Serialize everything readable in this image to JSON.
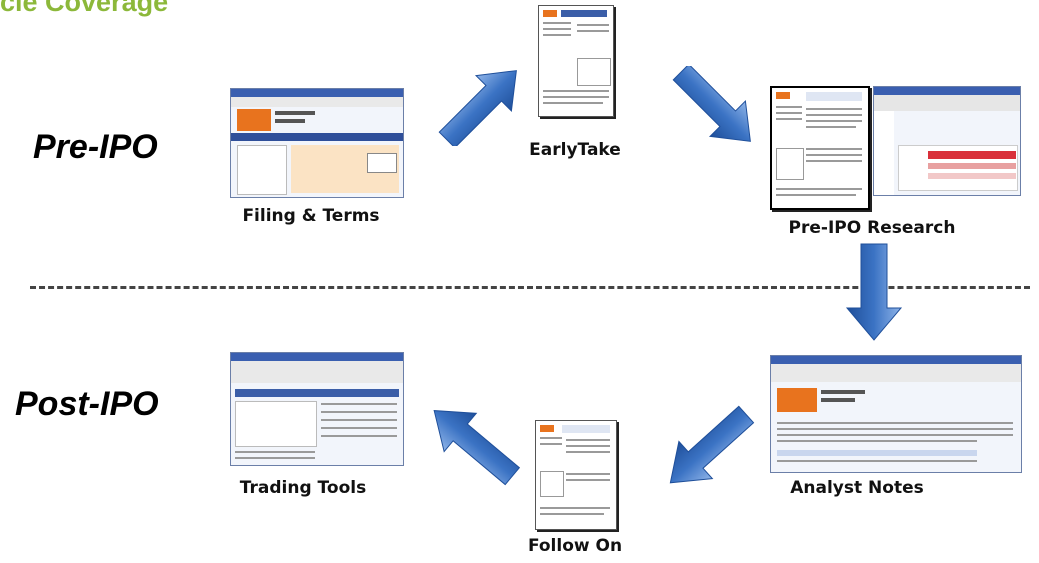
{
  "title": "cle Coverage",
  "phases": {
    "pre": "Pre-IPO",
    "post": "Post-IPO"
  },
  "labels": {
    "filing": "Filing & Terms",
    "earlytake": "EarlyTake",
    "preipo_research": "Pre-IPO Research",
    "analyst_notes": "Analyst Notes",
    "follow_on": "Follow On",
    "trading_tools": "Trading Tools"
  },
  "colors": {
    "title": "#8cb83a",
    "arrow": "#3b73c4",
    "ipo_brand": "#e8731e"
  }
}
